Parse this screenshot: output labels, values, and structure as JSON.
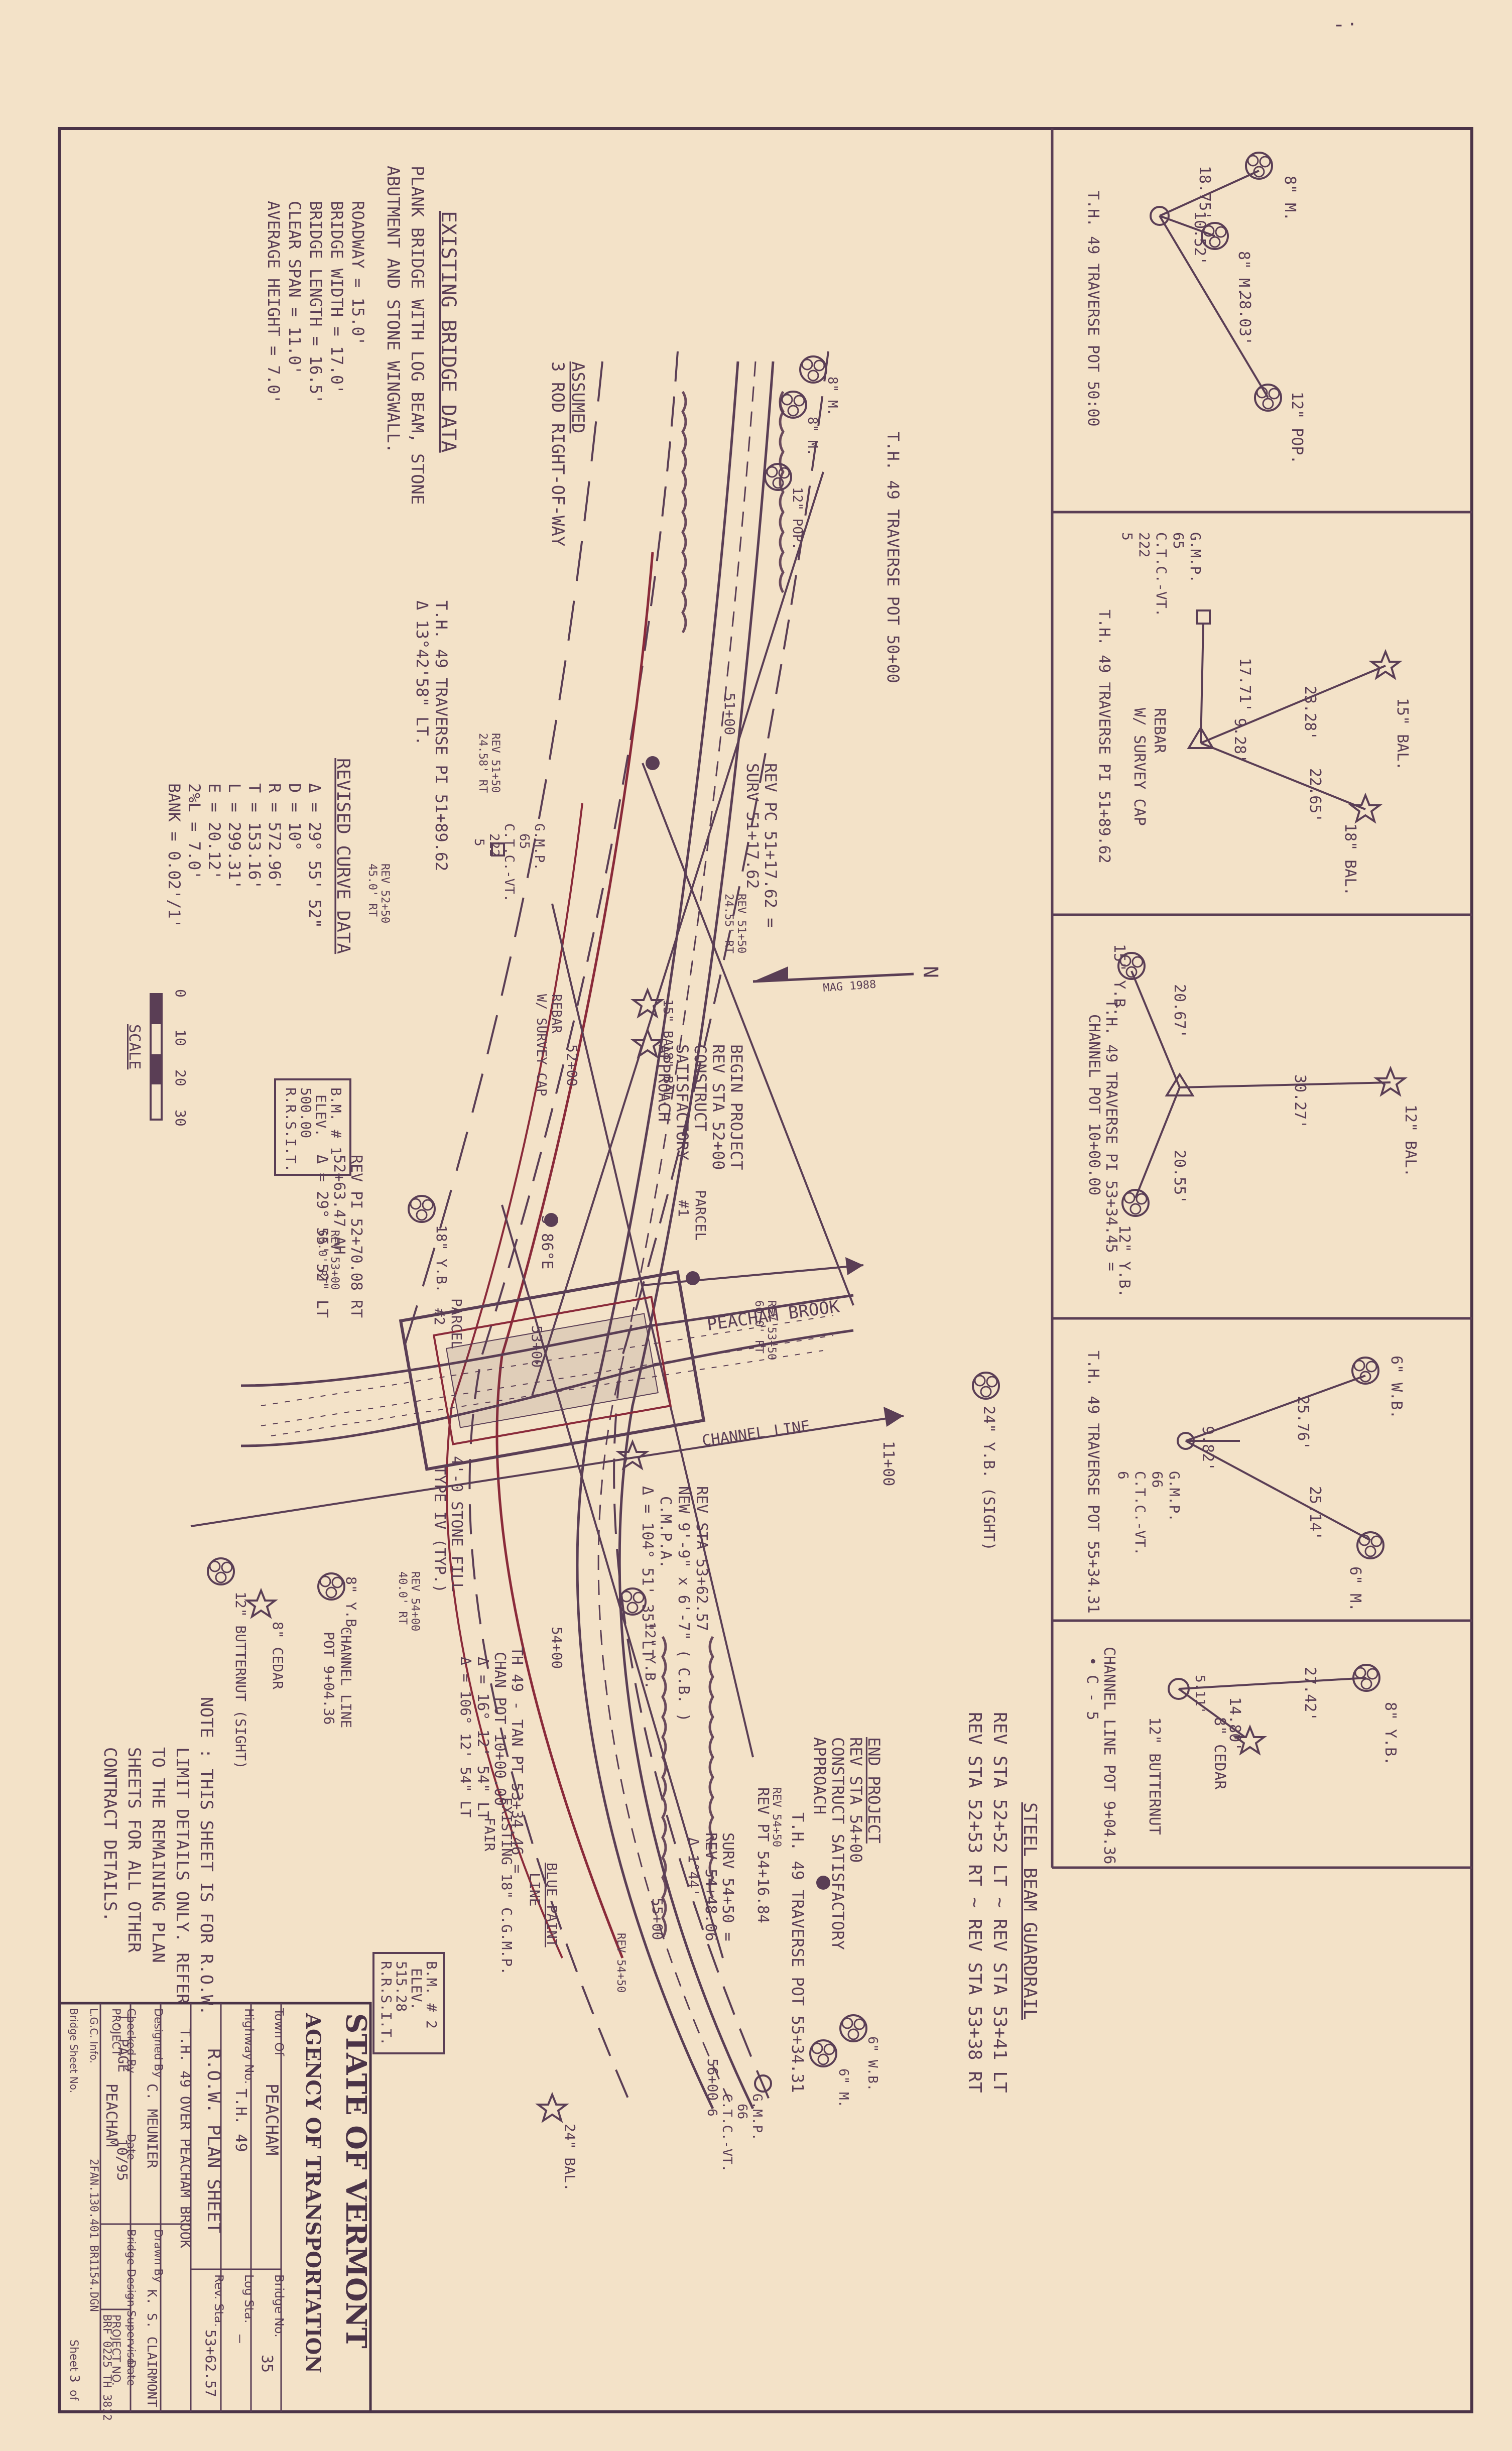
{
  "corner_mark": "- ·",
  "tree_details": {
    "d1": {
      "caption": "T.H. 49 TRAVERSE POT 50:00",
      "tree_a": "8\" M.",
      "tree_b": "8\" M.",
      "tree_c": "12\" POP.",
      "dist_1": "18.75'",
      "dist_2": "10.52'",
      "dist_3": "28.03'"
    },
    "d2": {
      "caption": "T.H. 49 TRAVERSE PI 51+89.62",
      "gmp_lines": [
        "G.M.P.",
        "65",
        "C.T.C.-VT.",
        "222",
        "5"
      ],
      "rebar": "REBAR",
      "survey_cap": "W/ SURVEY CAP",
      "tree_a": "15\" BAL.",
      "tree_b": "18\" BAL.",
      "dist_1": "23.28'",
      "dist_2": "22.65'",
      "dist_3": "17.71'",
      "dist_4": "9.28'"
    },
    "d3": {
      "caption_1": "T.H. 49 TRAVERSE PI 53+34.45 =",
      "caption_2": "CHANNEL POT 10+00.00",
      "tree_a": "15\" Y.B.",
      "tree_b": "12\" BAL.",
      "tree_c": "12\" Y.B.",
      "dist_1": "20.67'",
      "dist_2": "30.27'",
      "dist_3": "20.55'"
    },
    "d4": {
      "caption": "T.H. 49 TRAVERSE POT 55+34.31",
      "gmp_lines": [
        "G.M.P.",
        "66",
        "C.T.C.-VT.",
        "6"
      ],
      "tree_a": "6\" W.B.",
      "tree_b": "6\" M.",
      "dist_1": "25.76'",
      "dist_2": "9.82'",
      "dist_3": "25.14'"
    },
    "d5": {
      "caption_1": "CHANNEL LINE POT 9+04.36",
      "caption_2": "• C - 5",
      "tree_a": "8\" Y.B.",
      "tree_b": "12\" BUTTERNUT",
      "tree_c": "8\" CEDAR",
      "dist_1": "27.42'",
      "dist_2": "14.80'",
      "dist_3": "5.11'"
    }
  },
  "guardrail": {
    "title": "STEEL BEAM GUARDRAIL",
    "line_1": "REV STA 52+52 LT ~ REV STA 53+41 LT",
    "line_2": "REV STA 52+53 RT ~ REV STA 53+38 RT"
  },
  "existing_bridge": {
    "title": "EXISTING BRIDGE DATA",
    "desc_1": "PLANK BRIDGE WITH LOG BEAM, STONE",
    "desc_2": "ABUTMENT AND STONE WINGWALL.",
    "dims": [
      "ROADWAY = 15.0'",
      "BRIDGE WIDTH = 17.0'",
      "BRIDGE LENGTH = 16.5'",
      "CLEAR SPAN = 11.0'",
      "AVERAGE HEIGHT = 7.0'"
    ]
  },
  "revised_curve": {
    "title": "REVISED CURVE DATA",
    "lines": [
      "Δ = 29° 55' 52\"",
      "D = 10°",
      "R = 572.96'",
      "T = 153.16'",
      "L = 299.31'",
      "E = 20.12'",
      "2%L = 7.0'",
      "BANK = 0.02'/1'"
    ]
  },
  "plan_labels": {
    "assumed_row_1": "ASSUMED",
    "assumed_row_2": "3 ROD RIGHT-OF-WAY",
    "traverse_pot_5000": "T.H. 49 TRAVERSE POT 50+00",
    "traverse_pi_1": "T.H. 49 TRAVERSE PI 51+89.62",
    "traverse_pi_2": "Δ 13°42'58\" LT.",
    "rev_pc_1": "REV PC 51+17.62 =",
    "rev_pc_2": "SURV 51+17.62",
    "begin_project": [
      "BEGIN PROJECT",
      "REV STA 52+00",
      "CONSTRUCT",
      "SATISFACTORY",
      "APPROACH"
    ],
    "parcel_1": [
      "PARCEL",
      "#1"
    ],
    "parcel_2": [
      "PARCEL",
      "#2"
    ],
    "rev_pi_1": "REV PI 52+70.08 RT",
    "rev_pi_2": "52+63.47 AH",
    "rev_pi_3": "Δ = 29° 55' 52\" LT",
    "bm1": [
      "B.M. # 1",
      "ELEV.",
      "500.00",
      "R.R.S.I.T."
    ],
    "bm2": [
      "B.M. # 2",
      "ELEV.",
      "515.28",
      "R.R.S.I.T."
    ],
    "peacham_brook": "PEACHAM BROOK",
    "channel_line": "CHANNEL LINE",
    "station_1100": "11+00",
    "rev_sta_5362_1": "REV STA 53+62.57",
    "rev_sta_5362_2": "NEW 9'-9\" x 6'-7\" ( C.B. )",
    "rev_sta_5362_3": "C.M.P.A.",
    "rev_sta_5362_4": "Δ = 104° 51' 35\" LT",
    "thrust_1": "TH 49 - TAN PT 53+34.46 =",
    "thrust_2": "CHAN POT 10+00.00",
    "thrust_3": "Δ = 16° 12' 54\" LT",
    "thrust_4": "Δ = 106° 12' 54\" LT",
    "stone_fill_1": "4'-0 STONE FILL",
    "stone_fill_2": "TYPE IV (TYP.)",
    "channel_pot_1": "CHANNEL LINE",
    "channel_pot_2": "POT 9+04.36",
    "end_project": [
      "END PROJECT",
      "REV STA 54+00",
      "CONSTRUCT SATISFACTORY",
      "APPROACH"
    ],
    "traverse_pot_5534": "T.H. 49 TRAVERSE POT 55+34.31",
    "rev_pt_1": "REV PT 54+16.84",
    "rev_pt_2": "SURV 54+50 =",
    "rev_pt_3": "REV 54+48.06",
    "rev_pt_4": "Δ 1°44'",
    "existing_gmp_1": "EXISTING 18\" C.G.M.P.",
    "existing_gmp_2": "FAIR",
    "blue_paint_1": "BLUE PAINT",
    "blue_paint_2": "LINE",
    "yb_sight": "24\" Y.B. (SIGHT)",
    "butternut_sight": "12\" BUTTERNUT (SIGHT)",
    "cedar_8": "8\" CEDAR",
    "yb_8": "8\" Y.B.",
    "yb_12": "12\" Y.B.",
    "yb_18": "18\" Y.B.",
    "bal_24": "24\" BAL.",
    "bal_15": "15\" BAL.",
    "bal_18": "18\" BAL.",
    "m_8a": "8\" M.",
    "m_8b": "8\" M.",
    "pop_12": "12\" POP.",
    "wb_6": "6\" W.B.",
    "m_6": "6\" M.",
    "gmp_left": [
      "G.M.P.",
      "65",
      "C.T.C.-VT.",
      "222",
      "5"
    ],
    "gmp_right": [
      "G.M.P.",
      "66",
      "C.T.C.-VT.",
      "6"
    ],
    "rebar_cap_1": "REBAR",
    "rebar_cap_2": "W/ SURVEY CAP",
    "s86e": "S 86°E",
    "sta_5100": "51+00",
    "sta_5200": "52+00",
    "sta_5300": "53+00",
    "sta_5400": "54+00",
    "sta_5500": "55+00",
    "sta_5600": "56+00",
    "north": "N",
    "mag_1988": "MAG 1988",
    "rev_offsets": [
      "REV 51+50",
      "24.58' RT",
      "REV 51+50",
      "24.55' RT",
      "REV 52+50",
      "45.0' RT",
      "REV 53+00",
      "60.0' RT",
      "REV 53+50",
      "60.0' RT",
      "REV 54+00",
      "40.0' RT",
      "REV 54+50",
      "REV 54+50"
    ]
  },
  "scale": {
    "label": "SCALE",
    "ticks": [
      "0",
      "10",
      "20",
      "30"
    ]
  },
  "note": [
    "NOTE : THIS SHEET IS FOR R.O.W.",
    "LIMIT DETAILS ONLY. REFER",
    "TO THE REMAINING PLAN",
    "SHEETS FOR ALL OTHER",
    "CONTRACT DETAILS."
  ],
  "title_block": {
    "state": "STATE OF VERMONT",
    "agency": "AGENCY OF TRANSPORTATION",
    "town_label": "Town Of",
    "town": "PEACHAM",
    "bridge_no_label": "Bridge No.",
    "bridge_no": "35",
    "highway_label": "Highway No.",
    "highway": "T.H. 49",
    "log_sta_label": "Log Sta.",
    "log_sta": "—",
    "rev_sta_label": "Rev. Sta.",
    "rev_sta": "53+62.57",
    "sheet_title": "R.O.W. PLAN SHEET",
    "subtitle": "T.H. 49 OVER PEACHAM BROOK",
    "designed_label": "Designed By",
    "designed": "C. MEUNIER",
    "drawn_label": "Drawn By",
    "drawn": "K. S. CLAIRMONT",
    "checked_label": "Checked By",
    "checked": "T. PAGE",
    "date_label": "Date",
    "date": "10/95",
    "supervisor_label": "Bridge Design Supervisor",
    "supervisor": "",
    "project_label": "PROJECT",
    "project": "PEACHAM",
    "project_no_label": "PROJECT NO.",
    "project_no": "BRF 0225 TH 3812",
    "lgc_label": "L.G.C. Info.",
    "lgc": "",
    "file": "2FAN.130.401 BR1154.DGN",
    "bridge_sheet_label": "Bridge Sheet No.",
    "sheet_label": "Sheet",
    "sheet": "3",
    "of_label": "of"
  }
}
